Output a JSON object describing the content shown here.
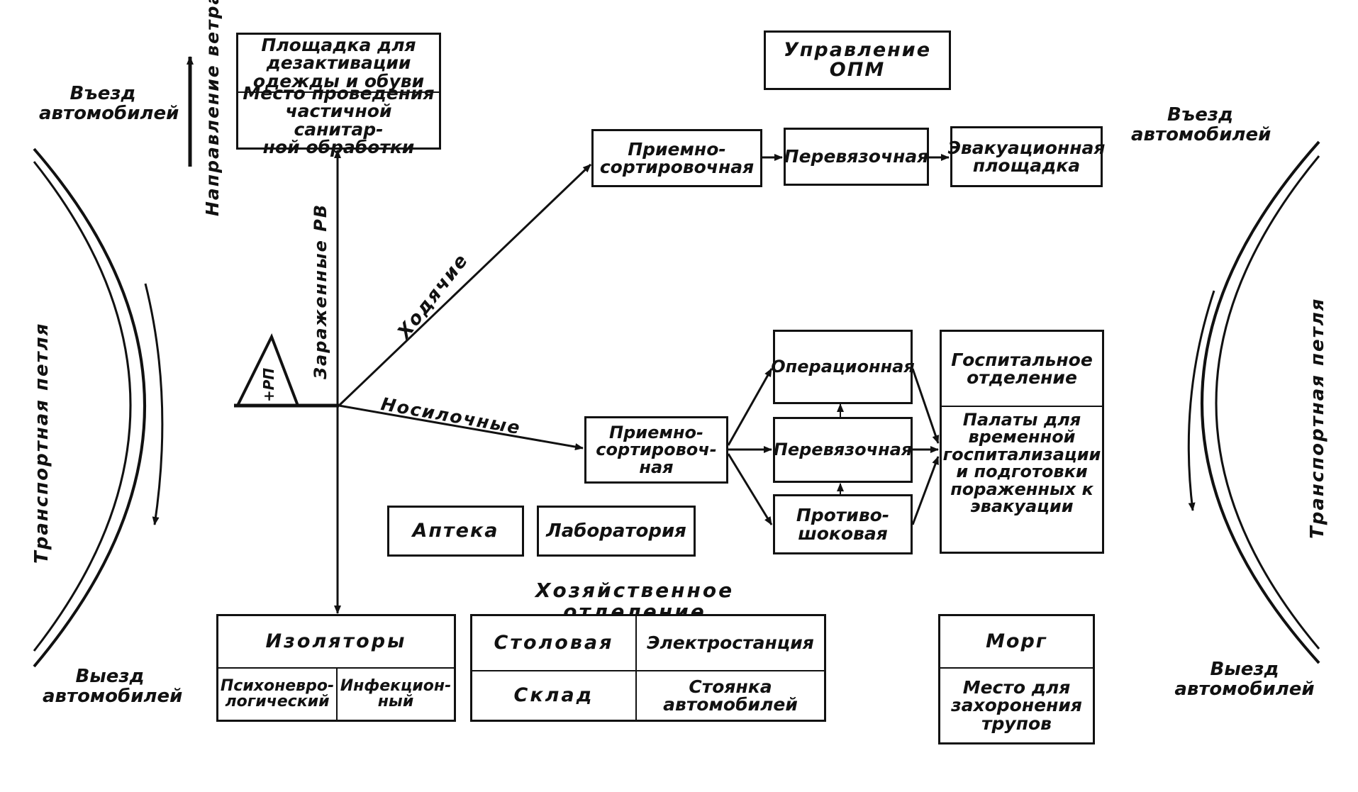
{
  "labels": {
    "entry_left": "Въезд\nавтомобилей",
    "entry_right": "Въезд\nавтомобилей",
    "exit_left": "Выезд\nавтомобилей",
    "exit_right": "Выезд\nавтомобилей",
    "transport_loop_left": "Транспортная петля",
    "transport_loop_right": "Транспортная петля",
    "wind_direction": "Направление ветра",
    "contaminated_rv": "Зараженные РВ",
    "walking": "Ходячие",
    "stretcher": "Носилочные",
    "rp_post": "+РП",
    "household_dept": "Хозяйственное отделение"
  },
  "boxes": {
    "decon_area": "Площадка для\nдезактивации\nодежды и обуви",
    "sanitary_treatment": "Место проведения\nчастичной санитар-\nной обработки",
    "opm_management": "Управление\nОПМ",
    "reception_walking": "Приемно-\nсортировочная",
    "dressing_walking": "Перевязочная",
    "evacuation_area": "Эвакуационная\nплощадка",
    "operating_room": "Операционная",
    "hospital_dept": "Госпитальное\nотделение",
    "wards": "Палаты для\nвременной\nгоспитализации\nи подготовки\nпораженных к\nэвакуации",
    "reception_stretcher": "Приемно-\nсортировоч-\nная",
    "dressing_stretcher": "Перевязочная",
    "antishock": "Противо-\nшоковая",
    "pharmacy": "Аптека",
    "laboratory": "Лаборатория",
    "isolators": "Изоляторы",
    "psychoneuro": "Психоневро-\nлогический",
    "infectious": "Инфекцион-\nный",
    "canteen": "Столовая",
    "power_station": "Электростанция",
    "warehouse": "Склад",
    "parking": "Стоянка\nавтомобилей",
    "morgue": "Морг",
    "burial_place": "Место для\nзахоронения\nтрупов"
  }
}
